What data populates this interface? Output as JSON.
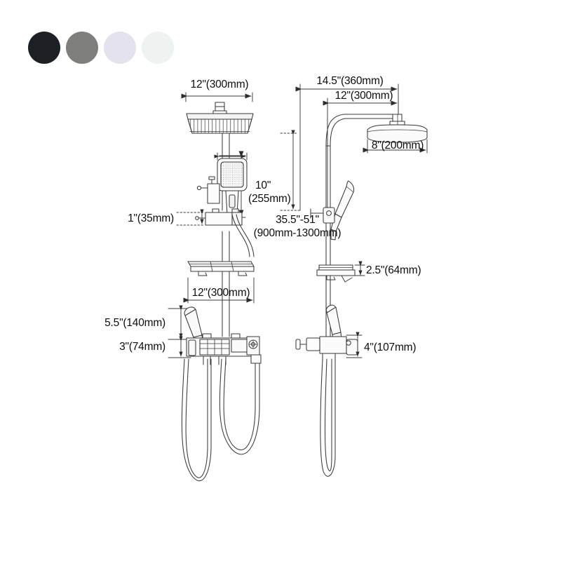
{
  "page": {
    "title": "Shower System Dimension Drawing",
    "background_color": "#ffffff",
    "line_color": "#3a3a3a"
  },
  "swatches": {
    "name": "finish-color-swatches",
    "items": [
      {
        "name": "matte-black",
        "color": "#1c2025"
      },
      {
        "name": "brushed-gray",
        "color": "#7e7e7d"
      },
      {
        "name": "lavender-white",
        "color": "#e4e3ed"
      },
      {
        "name": "off-white",
        "color": "#eef2f1"
      }
    ]
  },
  "front_view": {
    "name": "front-elevation-view",
    "dimensions": {
      "rain_head_width": "12\"(300mm)",
      "handheld_height_line1": "10\"",
      "handheld_height_line2": "(255mm)",
      "slider_bracket": "1\"(35mm)",
      "shelf_width": "12\"(300mm)",
      "spout_height": "5.5\"(140mm)",
      "valve_height": "3\"(74mm)"
    }
  },
  "side_view": {
    "name": "side-elevation-view",
    "dimensions": {
      "arm_reach_outer": "14.5\"(360mm)",
      "arm_reach_inner": "12\"(300mm)",
      "rain_head_diameter": "8\"(200mm)",
      "overall_height_line1": "35.5\"-51\"",
      "overall_height_line2": "(900mm-1300mm)",
      "shelf_depth": "2.5\"(64mm)",
      "valve_depth": "4\"(107mm)"
    }
  }
}
